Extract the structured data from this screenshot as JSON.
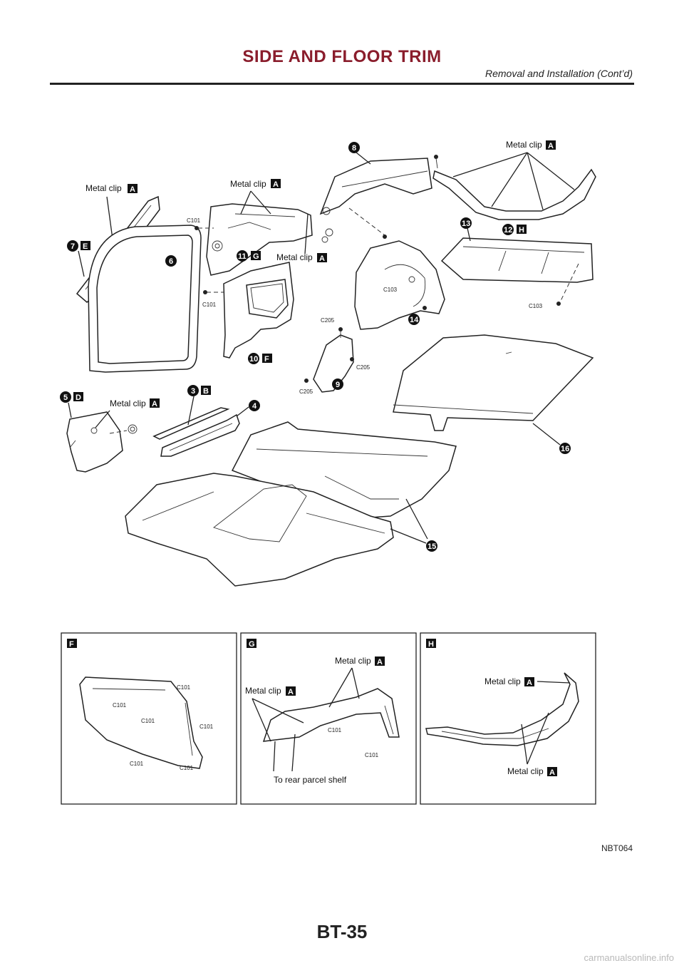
{
  "header": {
    "title": "SIDE AND FLOOR TRIM",
    "subtitle": "Removal and Installation (Cont’d)"
  },
  "diagram": {
    "metal_clip": "Metal clip",
    "clip_c101": "C101",
    "clip_c103": "C103",
    "clip_c205": "C205",
    "part_numbers": [
      "3",
      "4",
      "5",
      "6",
      "7",
      "8",
      "9",
      "10",
      "11",
      "12",
      "13",
      "14",
      "15",
      "16"
    ],
    "detail_letters": [
      "A",
      "B",
      "D",
      "E",
      "F",
      "G",
      "H"
    ],
    "detail_g_note": "To rear parcel shelf"
  },
  "footer": {
    "figure_code": "NBT064",
    "page_number": "BT-35",
    "watermark": "carmanualsonline.info"
  }
}
